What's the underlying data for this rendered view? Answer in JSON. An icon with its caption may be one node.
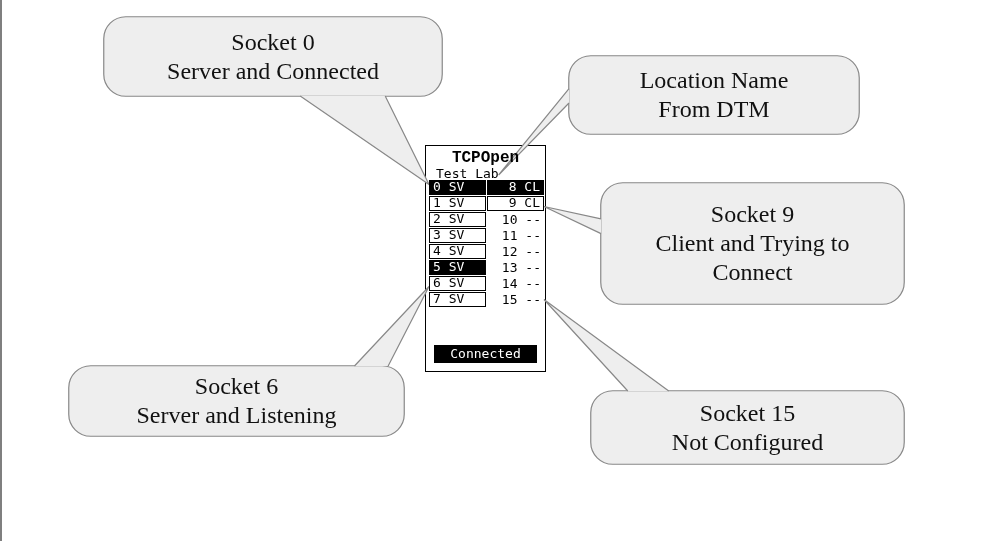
{
  "diagram": {
    "nodes": [
      {
        "text": [
          "Socket 0",
          "Server and Connected"
        ]
      },
      {
        "text": [
          "Location Name From DTM"
        ]
      },
      {
        "text": [
          "TCPOpen"
        ]
      },
      {
        "text": [
          "Test Lab"
        ],
        "in": 2
      },
      {
        "text": [
          "0 SV"
        ],
        "in": 2
      },
      {
        "text": [
          "8 CL"
        ],
        "in": 2
      },
      {
        "text": [
          "1 SV"
        ],
        "in": 2
      },
      {
        "text": [
          "9 CL"
        ],
        "in": 2
      },
      {
        "text": [
          "2 SV"
        ],
        "in": 2
      },
      {
        "text": [
          "10 --"
        ],
        "in": 2
      },
      {
        "text": [
          "3 SV"
        ],
        "in": 2
      },
      {
        "text": [
          "11 --"
        ],
        "in": 2
      },
      {
        "text": [
          "4 SV"
        ],
        "in": 2
      },
      {
        "text": [
          "12 --"
        ],
        "in": 2
      },
      {
        "text": [
          "5 SV"
        ],
        "in": 2
      },
      {
        "text": [
          "13 --"
        ],
        "in": 2
      },
      {
        "text": [
          "6 SV"
        ],
        "in": 2
      },
      {
        "text": [
          "14 --"
        ],
        "in": 2
      },
      {
        "text": [
          "7 SV"
        ],
        "in": 2
      },
      {
        "text": [
          "15 --"
        ],
        "in": 2
      },
      {
        "text": [
          "Connected"
        ],
        "in": 2
      },
      {
        "text": [
          "Socket 9",
          "Client and Trying to Connect"
        ]
      },
      {
        "text": [
          "Socket 6",
          "Server and Listening"
        ]
      },
      {
        "text": [
          "Socket 15",
          "Not Configured"
        ]
      }
    ],
    "edges": [
      {
        "from": 0,
        "to": 4,
        "arrow": "none"
      },
      {
        "from": 1,
        "to": 3,
        "arrow": "none"
      },
      {
        "from": 21,
        "to": 7,
        "arrow": "none"
      },
      {
        "from": 22,
        "to": 16,
        "arrow": "none"
      },
      {
        "from": 23,
        "to": 19,
        "arrow": "none"
      }
    ]
  }
}
